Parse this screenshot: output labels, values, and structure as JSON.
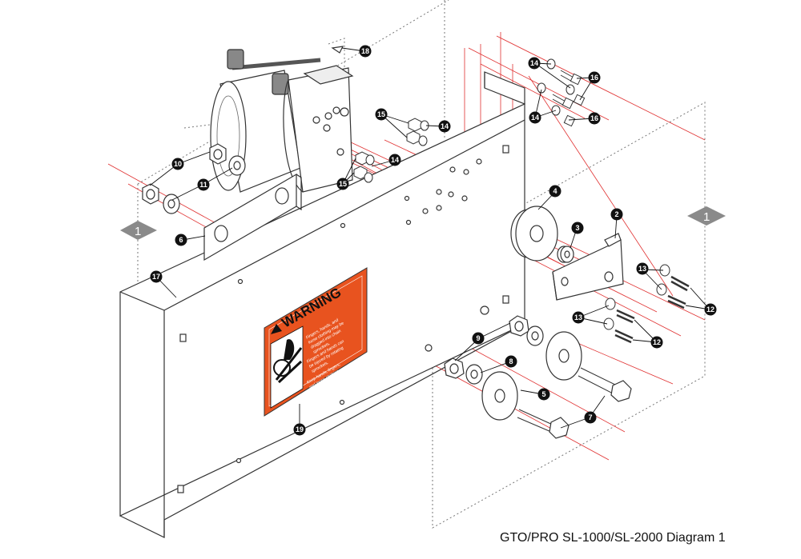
{
  "caption": "GTO/PRO SL-1000/SL-2000 Diagram 1",
  "reference_markers": [
    "1",
    "1"
  ],
  "callouts": [
    "2",
    "3",
    "4",
    "5",
    "6",
    "7",
    "8",
    "9",
    "10",
    "11",
    "12",
    "12",
    "13",
    "13",
    "14",
    "14",
    "14",
    "14",
    "15",
    "15",
    "16",
    "16",
    "17",
    "18",
    "19"
  ],
  "warning_label": {
    "title": "WARNING",
    "lines": [
      "Fingers, hands, and",
      "loose clothing may be",
      "dragged into chain",
      "sprockets.",
      "Fingers and hands can",
      "be injured by rotating",
      "sprockets.",
      "Keep hands, fingers,",
      "and loose clothing",
      "away from chain and",
      "sprockets."
    ]
  },
  "colors": {
    "warning_orange": "#e8531f",
    "callout_fill": "#111111",
    "marker_fill": "#8a8a8a",
    "leader_red": "#e03030",
    "outline": "#333333"
  }
}
